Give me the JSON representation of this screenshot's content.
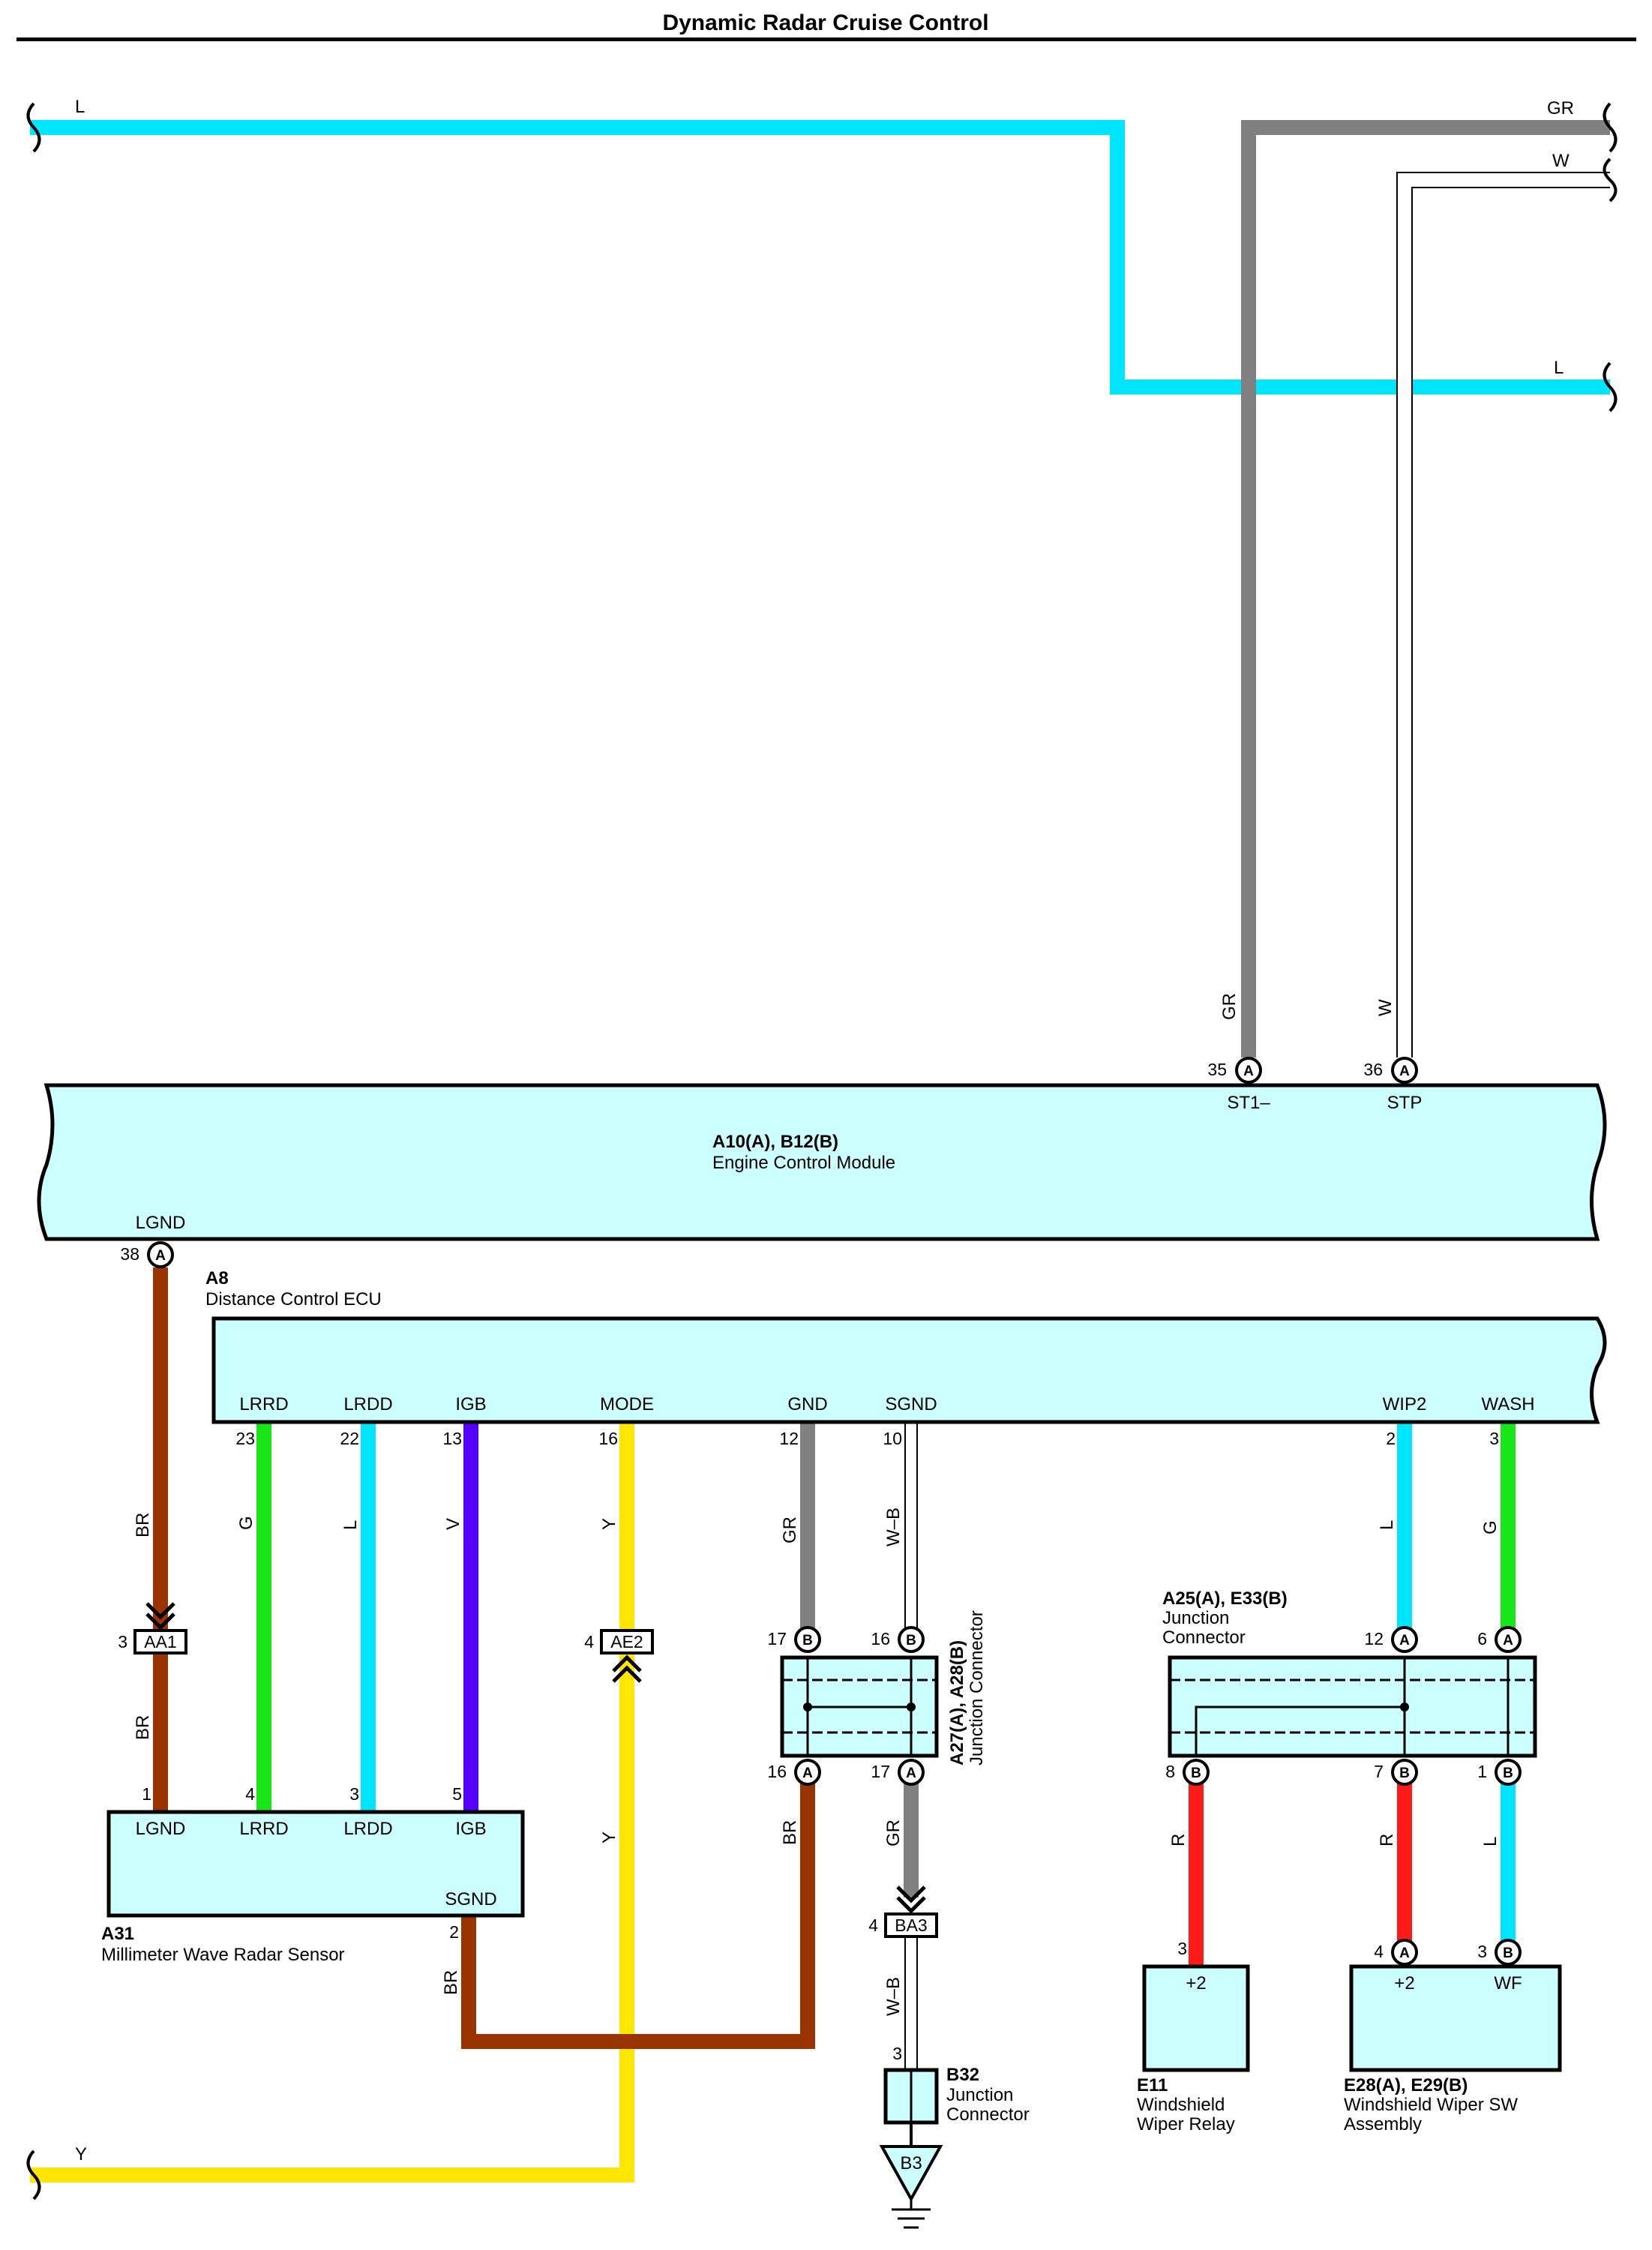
{
  "title": "Dynamic Radar Cruise Control",
  "colors": {
    "L": "#00e5ff",
    "GR": "#808080",
    "W": "#ffffff",
    "BR": "#993300",
    "G": "#19e619",
    "V": "#5500ff",
    "Y": "#ffe600",
    "R": "#ff1a1a",
    "component_fill": "#ccffff",
    "outline": "#000000"
  },
  "wires": {
    "top_left_L": "L",
    "top_right_GR": "GR",
    "top_right_W": "W",
    "mid_right_L": "L",
    "ecm_gr": "GR",
    "ecm_w": "W",
    "lgnd_br_upper": "BR",
    "lgnd_br_lower": "BR",
    "lrrd_g": "G",
    "lrdd_l": "L",
    "igb_v": "V",
    "mode_y_upper": "Y",
    "mode_y_lower": "Y",
    "gnd_gr": "GR",
    "sgnd_wb": "W–B",
    "junction_br": "BR",
    "junction_gr": "GR",
    "ba3_wb": "W–B",
    "wip2_l": "L",
    "wash_g": "G",
    "relay_r": "R",
    "wiper_sw_r": "R",
    "wiper_sw_l": "L",
    "sensor_sgnd_br": "BR",
    "bottom_left_Y": "Y"
  },
  "ecm": {
    "id": "A10(A), B12(B)",
    "name": "Engine Control Module",
    "pins": {
      "st1": {
        "num": "35",
        "conn": "A",
        "label": "ST1–"
      },
      "stp": {
        "num": "36",
        "conn": "A",
        "label": "STP"
      },
      "lgnd": {
        "num": "38",
        "conn": "A",
        "label": "LGND"
      }
    }
  },
  "ecu": {
    "id": "A8",
    "name": "Distance Control ECU",
    "pins": {
      "lrrd": {
        "num": "23",
        "label": "LRRD"
      },
      "lrdd": {
        "num": "22",
        "label": "LRDD"
      },
      "igb": {
        "num": "13",
        "label": "IGB"
      },
      "mode": {
        "num": "16",
        "label": "MODE"
      },
      "gnd": {
        "num": "12",
        "label": "GND"
      },
      "sgnd": {
        "num": "10",
        "label": "SGND"
      },
      "wip2": {
        "num": "2",
        "label": "WIP2"
      },
      "wash": {
        "num": "3",
        "label": "WASH"
      }
    }
  },
  "inline": {
    "aa1": {
      "num": "3",
      "label": "AA1"
    },
    "ae2": {
      "num": "4",
      "label": "AE2"
    },
    "ba3": {
      "num": "4",
      "label": "BA3"
    }
  },
  "radar": {
    "id": "A31",
    "name": "Millimeter Wave Radar Sensor",
    "pins": {
      "lgnd": {
        "num": "1",
        "label": "LGND"
      },
      "lrrd": {
        "num": "4",
        "label": "LRRD"
      },
      "lrdd": {
        "num": "3",
        "label": "LRDD"
      },
      "igb": {
        "num": "5",
        "label": "IGB"
      },
      "sgnd": {
        "num": "2",
        "label": "SGND"
      }
    }
  },
  "jc1": {
    "id": "A27(A), A28(B)",
    "name": "Junction Connector",
    "pins": {
      "t_left": {
        "num": "17",
        "conn": "B"
      },
      "t_right": {
        "num": "16",
        "conn": "B"
      },
      "b_left": {
        "num": "16",
        "conn": "A"
      },
      "b_right": {
        "num": "17",
        "conn": "A"
      }
    }
  },
  "jc2": {
    "id": "A25(A), E33(B)",
    "name_line1": "Junction",
    "name_line2": "Connector",
    "pins": {
      "t_left": {
        "num": "12",
        "conn": "A"
      },
      "t_right": {
        "num": "6",
        "conn": "A"
      },
      "b_left": {
        "num": "8",
        "conn": "B"
      },
      "b_mid": {
        "num": "7",
        "conn": "B"
      },
      "b_right": {
        "num": "1",
        "conn": "B"
      }
    }
  },
  "b32": {
    "id": "B32",
    "name_line1": "Junction",
    "name_line2": "Connector",
    "pin": "3"
  },
  "ground": {
    "label": "B3"
  },
  "relay": {
    "id": "E11",
    "name_line1": "Windshield",
    "name_line2": "Wiper Relay",
    "pin": {
      "num": "3",
      "label": "+2"
    }
  },
  "wiper_sw": {
    "id": "E28(A), E29(B)",
    "name_line1": "Windshield Wiper SW",
    "name_line2": "Assembly",
    "pins": {
      "p2": {
        "num": "4",
        "conn": "A",
        "label": "+2"
      },
      "wf": {
        "num": "3",
        "conn": "B",
        "label": "WF"
      }
    }
  }
}
